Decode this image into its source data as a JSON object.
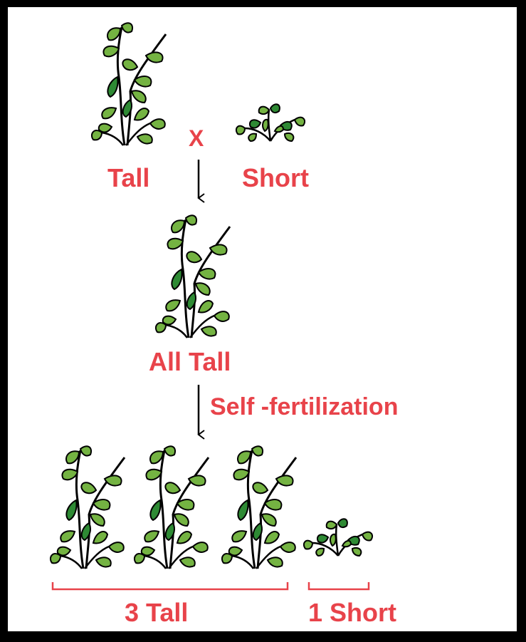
{
  "labels": {
    "cross": "X",
    "tall": "Tall",
    "short": "Short",
    "f1": "All Tall",
    "process": "Self -fertilization",
    "f2_tall": "3 Tall",
    "f2_short": "1 Short"
  },
  "colors": {
    "label": "#e8434a",
    "leaf_light": "#74b342",
    "leaf_dark": "#2e8a34",
    "outline": "#000000",
    "frame": "#000000",
    "background": "#ffffff"
  }
}
